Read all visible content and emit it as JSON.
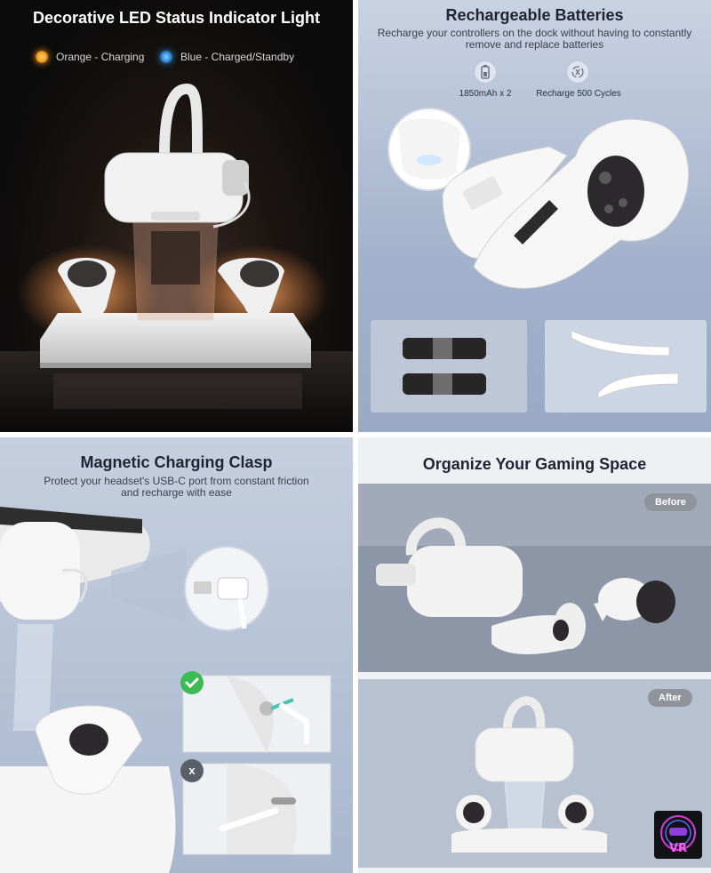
{
  "panels": {
    "led": {
      "title": "Decorative LED Status Indicator Light",
      "legend": [
        {
          "label": "Orange  -  Charging",
          "color": "#f29a1c"
        },
        {
          "label": "Blue  -  Charged/Standby",
          "color": "#2b86d6"
        }
      ]
    },
    "battery": {
      "title": "Rechargeable Batteries",
      "subtitle_line1": "Recharge your controllers on the dock without having to constantly",
      "subtitle_line2": "remove and replace batteries",
      "specs": [
        {
          "label": "1850mAh x 2",
          "icon": "battery-icon"
        },
        {
          "label": "Recharge 500 Cycles",
          "icon": "recycle-plug-icon"
        }
      ]
    },
    "clasp": {
      "title": "Magnetic Charging Clasp",
      "subtitle_line1": "Protect your headset's USB-C port from constant friction",
      "subtitle_line2": "and recharge with ease",
      "good_icon": "check-icon",
      "bad_icon": "x-icon",
      "bad_label": "x"
    },
    "organize": {
      "title": "Organize Your Gaming Space",
      "before_label": "Before",
      "after_label": "After"
    }
  },
  "watermark": {
    "label": "VR"
  },
  "colors": {
    "orange": "#f29a1c",
    "blue": "#2b86d6",
    "check": "#3cba54"
  }
}
